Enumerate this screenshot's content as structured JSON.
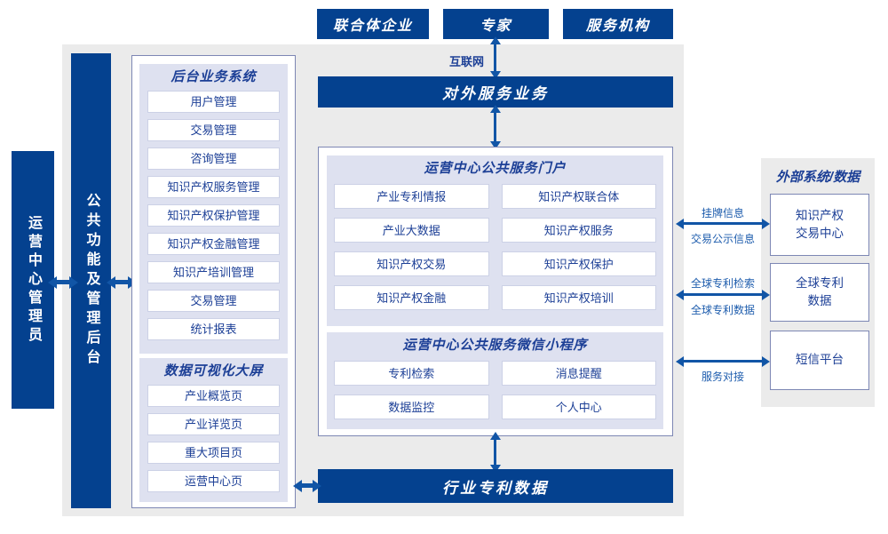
{
  "colors": {
    "primary": "#04418f",
    "arrow": "#1155a6",
    "bg": "#ebebeb",
    "panel": "#dee1f0",
    "border": "#7d87b4",
    "text": "#1c3f96",
    "cellborder": "#ccd1e6",
    "label": "#1d5cad"
  },
  "top_actors": [
    "联合体企业",
    "专家",
    "服务机构"
  ],
  "internet_label": "互联网",
  "external_service_bar": "对外服务业务",
  "left": {
    "admin_bar": "运营中心管理员",
    "public_backend_bar": "公共功能及管理后台"
  },
  "backend_system": {
    "title": "后台业务系统",
    "items": [
      "用户管理",
      "交易管理",
      "咨询管理",
      "知识产权服务管理",
      "知识产权保护管理",
      "知识产权金融管理",
      "知识产培训管理",
      "交易管理",
      "统计报表"
    ]
  },
  "data_visualization": {
    "title": "数据可视化大屏",
    "items": [
      "产业概览页",
      "产业详览页",
      "重大项目页",
      "运营中心页"
    ]
  },
  "portal": {
    "title": "运营中心公共服务门户",
    "items": [
      "产业专利情报",
      "知识产权联合体",
      "产业大数据",
      "知识产权服务",
      "知识产权交易",
      "知识产权保护",
      "知识产权金融",
      "知识产权培训"
    ]
  },
  "miniprogram": {
    "title": "运营中心公共服务微信小程序",
    "items": [
      "专利检索",
      "消息提醒",
      "数据监控",
      "个人中心"
    ]
  },
  "industry_patent_bar": "行业专利数据",
  "external_systems": {
    "title": "外部系统/数据",
    "boxes": [
      {
        "line1": "知识产权",
        "line2": "交易中心"
      },
      {
        "line1": "全球专利",
        "line2": "数据"
      },
      {
        "line1": "短信平台",
        "line2": ""
      }
    ]
  },
  "link_labels": [
    {
      "above": "挂牌信息",
      "below": "交易公示信息"
    },
    {
      "above": "全球专利检索",
      "below": "全球专利数据"
    },
    {
      "above": "",
      "below": "服务对接"
    }
  ]
}
